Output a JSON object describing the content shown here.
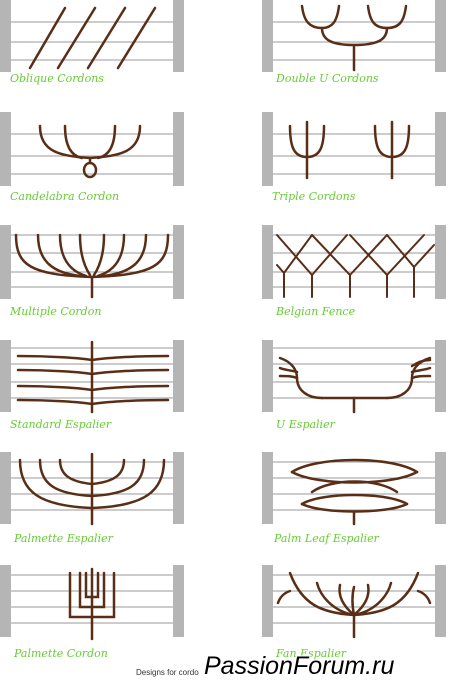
{
  "colors": {
    "wire": "#9a9a9a",
    "post": "#b5b5b5",
    "branch": "#5a2e16",
    "label": "#66cc33"
  },
  "panels": [
    {
      "id": "oblique-cordons",
      "label": "Oblique Cordons"
    },
    {
      "id": "double-u-cordons",
      "label": "Double U Cordons"
    },
    {
      "id": "candelabra-cordon",
      "label": "Candelabra Cordon"
    },
    {
      "id": "triple-cordons",
      "label": "Triple Cordons"
    },
    {
      "id": "multiple-cordon",
      "label": "Multiple Cordon"
    },
    {
      "id": "belgian-fence",
      "label": "Belgian Fence"
    },
    {
      "id": "standard-espalier",
      "label": "Standard Espalier"
    },
    {
      "id": "u-espalier",
      "label": "U Espalier"
    },
    {
      "id": "palmette-espalier",
      "label": "Palmette Espalier"
    },
    {
      "id": "palm-leaf-espalier",
      "label": "Palm Leaf Espalier"
    },
    {
      "id": "palmette-cordon",
      "label": "Palmette Cordon"
    },
    {
      "id": "fan-espalier",
      "label": "Fan Espalier"
    }
  ],
  "caption": "Designs for cordo",
  "watermark": "PassionForum.ru"
}
